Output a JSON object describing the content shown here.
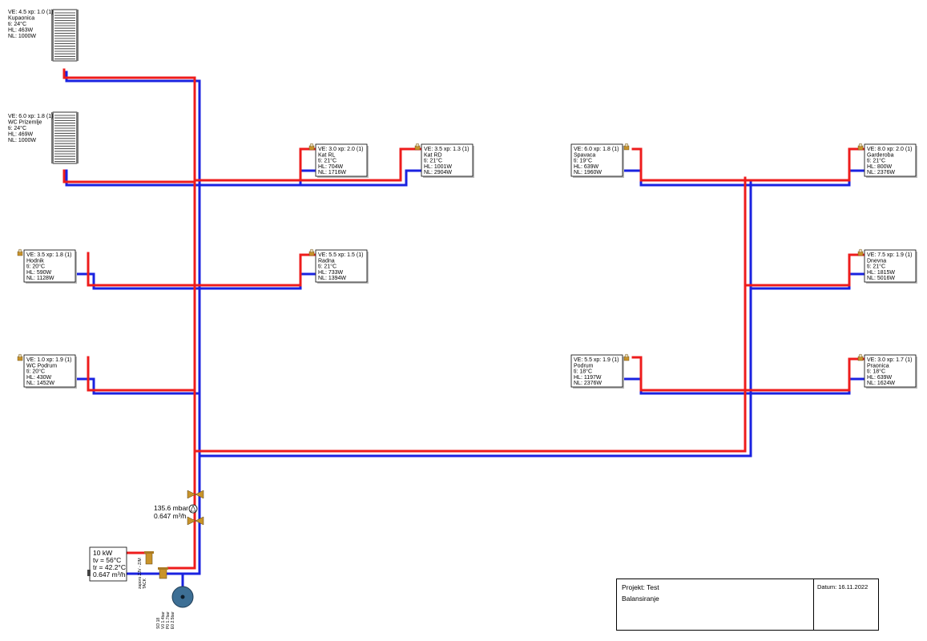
{
  "colors": {
    "supply": "#ee1c1c",
    "return": "#1a22e0",
    "pump": "#3d6f95",
    "valve": "#c8932a"
  },
  "radiators": [
    {
      "id": "kupaonica",
      "type": "towel",
      "ve": "VE: 4.5 xp: 1.0 (1)",
      "room": "Kupaonica",
      "ti": "ti: 24°C",
      "hl": "HL: 463W",
      "nl": "NL: 1000W"
    },
    {
      "id": "wc-prizemlje",
      "type": "towel",
      "ve": "VE: 6.0 xp: 1.8 (1)",
      "room": "WC Prizemlje",
      "ti": "ti: 24°C",
      "hl": "HL: 469W",
      "nl": "NL: 1000W"
    },
    {
      "id": "kat-rl",
      "type": "panel",
      "ve": "VE: 3.0 xp: 2.0 (1)",
      "room": "Kat RL",
      "ti": "ti: 21°C",
      "hl": "HL: 704W",
      "nl": "NL: 1716W"
    },
    {
      "id": "kat-rd",
      "type": "panel",
      "ve": "VE: 3.5 xp: 1.3 (1)",
      "room": "Kat RD",
      "ti": "ti: 21°C",
      "hl": "HL: 1001W",
      "nl": "NL: 2904W"
    },
    {
      "id": "hodnik",
      "type": "panel",
      "ve": "VE: 3.5 xp: 1.8 (1)",
      "room": "Hodnik",
      "ti": "ti: 20°C",
      "hl": "HL: 590W",
      "nl": "NL: 1128W"
    },
    {
      "id": "radna",
      "type": "panel",
      "ve": "VE: 5.5 xp: 1.5 (1)",
      "room": "Radna",
      "ti": "ti: 21°C",
      "hl": "HL: 733W",
      "nl": "NL: 1394W"
    },
    {
      "id": "wc-podrum",
      "type": "panel",
      "ve": "VE: 1.0 xp: 1.9 (1)",
      "room": "WC Podrum",
      "ti": "ti: 20°C",
      "hl": "HL: 430W",
      "nl": "NL: 1452W"
    },
    {
      "id": "spavaca",
      "type": "panel",
      "ve": "VE: 6.0 xp: 1.8 (1)",
      "room": "Spavaca",
      "ti": "ti: 19°C",
      "hl": "HL: 639W",
      "nl": "NL: 1960W"
    },
    {
      "id": "garderoba",
      "type": "panel",
      "ve": "VE: 8.0 xp: 2.0 (1)",
      "room": "Garderoba",
      "ti": "ti: 21°C",
      "hl": "HL: 800W",
      "nl": "NL: 2376W"
    },
    {
      "id": "dnevna",
      "type": "panel",
      "ve": "VE: 7.5 xp: 1.9 (1)",
      "room": "Dnevna",
      "ti": "ti: 21°C",
      "hl": "HL: 1815W",
      "nl": "NL: 5016W"
    },
    {
      "id": "podrum",
      "type": "panel",
      "ve": "VE: 5.5 xp: 1.9 (1)",
      "room": "Podrum",
      "ti": "ti: 18°C",
      "hl": "HL: 1197W",
      "nl": "NL: 2376W"
    },
    {
      "id": "praonica",
      "type": "panel",
      "ve": "VE: 3.0 xp: 1.7 (1)",
      "room": "Praonica",
      "ti": "ti: 18°C",
      "hl": "HL: 639W",
      "nl": "NL: 1624W"
    }
  ],
  "boiler": {
    "power": "10 kW",
    "tv": "tv = 56°C",
    "tr": "tr = 42.2°C",
    "flow": "0.647 m³/h"
  },
  "pump": {
    "pressure": "135.6 mbar",
    "flow": "0.647 m³/h"
  },
  "valve_labels": [
    "zaporo ZJV - Z/M",
    "TACK"
  ],
  "tank_labels": [
    "SO 18",
    "V0 1.4bar",
    "P0 1.7bar",
    "E0 2.5bar"
  ],
  "title_block": {
    "project": "Projekt: Test",
    "subtitle": "Balansiranje",
    "date": "Datum: 16.11.2022"
  }
}
